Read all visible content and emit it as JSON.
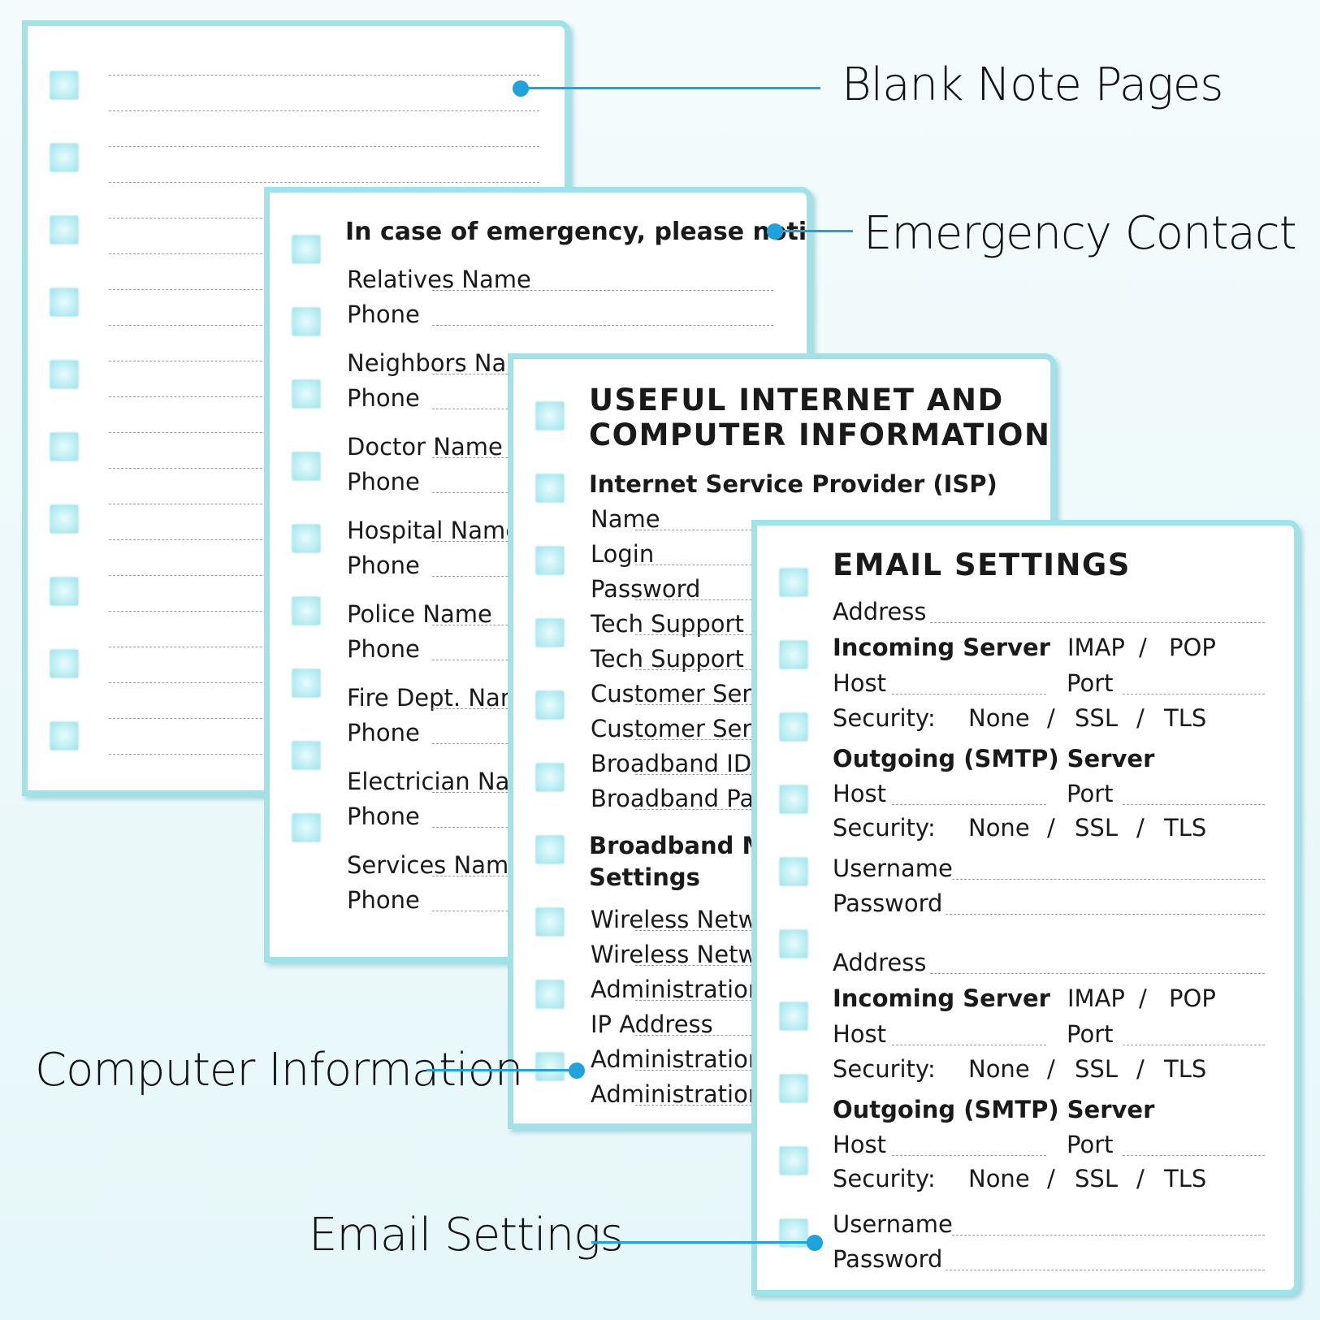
{
  "callouts": {
    "blank": "Blank Note Pages",
    "emergency": "Emergency Contact",
    "computer": "Computer Information",
    "email": "Email Settings"
  },
  "emergency": {
    "heading": "In case of emergency, please notify",
    "rows": [
      "Relatives  Name",
      "Phone",
      "Neighbors  Name",
      "Phone",
      "Doctor  Name",
      "Phone",
      "Hospital  Name",
      "Phone",
      "Police  Name",
      "Phone",
      "Fire  Dept.  Name",
      "Phone",
      "Electrician  Name",
      "Phone",
      "Services  Name",
      "Phone"
    ]
  },
  "computer": {
    "title_line1": "USEFUL  INTERNET  AND",
    "title_line2": "COMPUTER  INFORMATION",
    "isp_heading": "Internet  Service  Provider (ISP)",
    "isp_rows": [
      "Name",
      "Login",
      "Password",
      "Tech Support Telephone",
      "Tech Support Email",
      "Customer Service Telephone",
      "Customer Service Email",
      "Broadband ID",
      "Broadband Password"
    ],
    "modem_heading_1": "Broadband Modem",
    "modem_heading_2": "Settings",
    "modem_rows": [
      "Wireless Network Name",
      "Wireless Network Password",
      "Administration URL",
      "IP Address",
      "Administration Username",
      "Administration Password"
    ]
  },
  "email": {
    "title": "EMAIL  SETTINGS",
    "address": "Address",
    "incoming": "Incoming Server",
    "imap": "IMAP",
    "pop": "POP",
    "slash": "/",
    "host": "Host",
    "port": "Port",
    "security": "Security:",
    "none": "None",
    "ssl": "SSL",
    "tls": "TLS",
    "outgoing": "Outgoing (SMTP) Server",
    "username": "Username",
    "password": "Password"
  },
  "colors": {
    "accent": "#1ea3dc",
    "page_border": "#9fe3ea",
    "checkbox": "#a8e9ef"
  }
}
